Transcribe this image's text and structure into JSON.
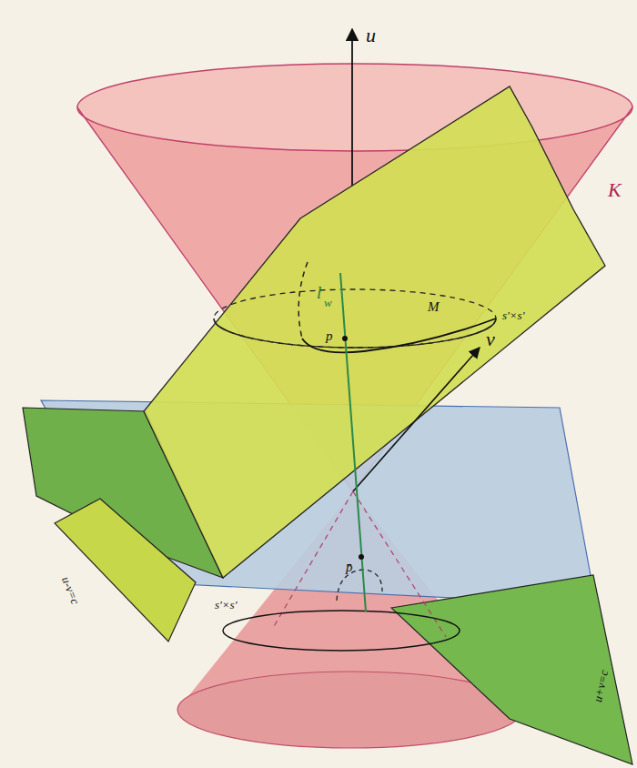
{
  "diagram": {
    "labels": [
      "u",
      "K",
      "l",
      "w",
      "M",
      "p",
      "s'×s'",
      "v",
      "p̄",
      "s'×s'",
      "u-v=c",
      "u+v=c"
    ]
  }
}
